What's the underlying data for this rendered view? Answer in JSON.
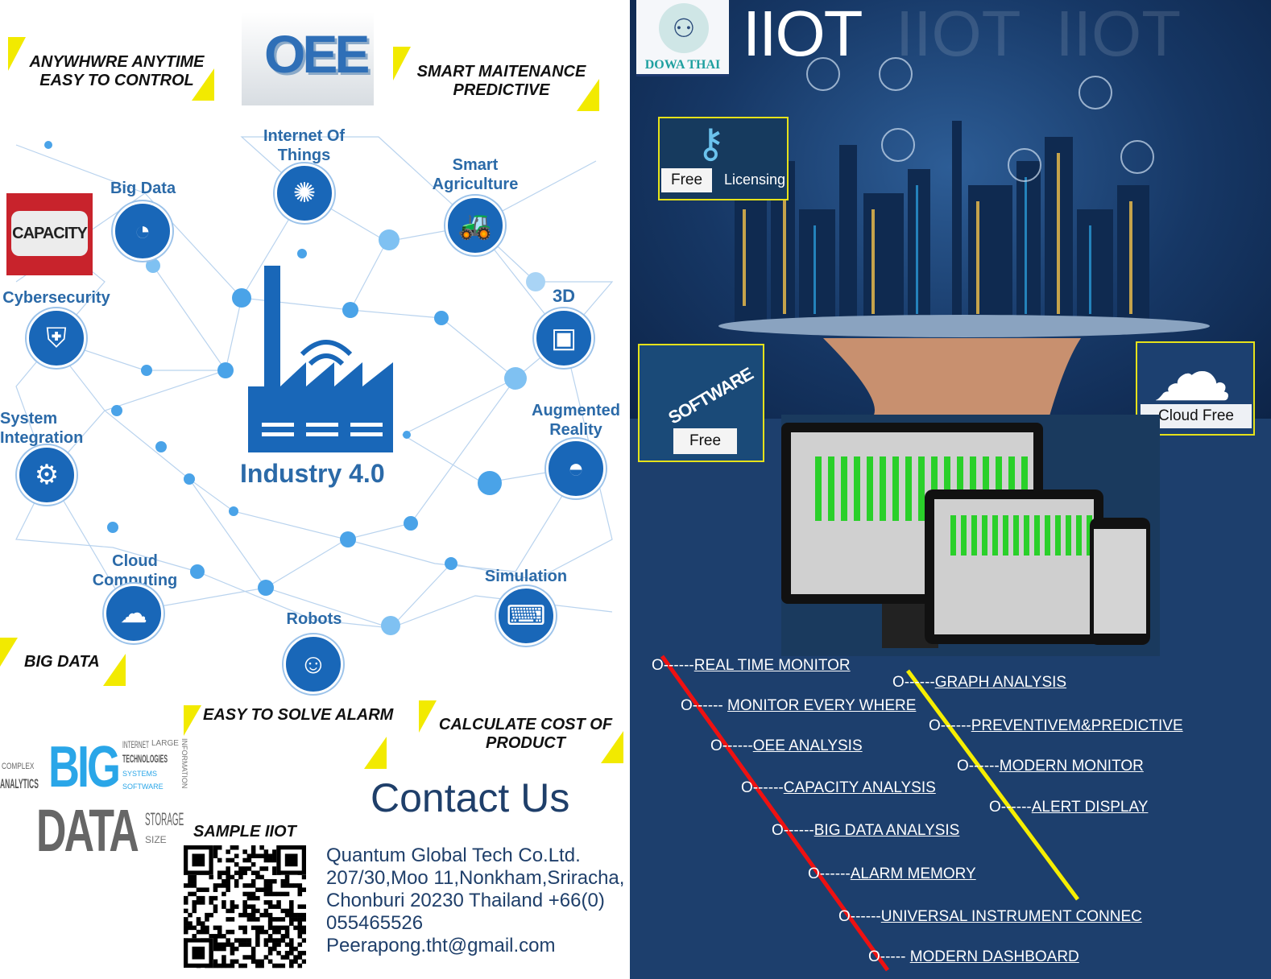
{
  "left": {
    "tag_anywhere": [
      "ANYWHWRE  ANYTIME",
      "EASY TO CONTROL"
    ],
    "oee_logo": "OEE",
    "tag_smart": [
      "SMART MAITENANCE",
      "PREDICTIVE"
    ],
    "capacity": "CAPACITY",
    "network": {
      "center": "Industry 4.0",
      "nodes": [
        {
          "label": "Internet Of Things",
          "icon": "network-icon"
        },
        {
          "label": "Big Data",
          "icon": "pie-chart-icon"
        },
        {
          "label": "Smart Agriculture",
          "icon": "tractor-icon"
        },
        {
          "label": "Cybersecurity",
          "icon": "shield-lock-icon"
        },
        {
          "label": "3D",
          "icon": "cube-icon"
        },
        {
          "label": "System Integration",
          "icon": "gears-icon"
        },
        {
          "label": "Augmented Reality",
          "icon": "vr-goggles-icon"
        },
        {
          "label": "Cloud Computing",
          "icon": "cloud-icon"
        },
        {
          "label": "Simulation",
          "icon": "monitor-gear-icon"
        },
        {
          "label": "Robots",
          "icon": "robot-icon"
        }
      ]
    },
    "tag_bigdata": "BIG DATA",
    "tag_alarm": "EASY  TO SOLVE ALARM",
    "tag_cost": [
      "CALCULATE COST OF",
      "PRODUCT"
    ],
    "wordcloud": {
      "big": "BIG",
      "data": "DATA",
      "words": [
        "ANALYTICS",
        "COMPLEX",
        "TECHNOLOGIES",
        "INTERNET",
        "STORAGE",
        "SOFTWARE",
        "SYSTEMS",
        "INFORMATION",
        "SIZE",
        "LARGE"
      ]
    },
    "sample": "SAMPLE IIOT",
    "contact": {
      "title": "Contact Us",
      "lines": [
        "Quantum Global Tech Co.Ltd.",
        "207/30,Moo 11,Nonkham,Sriracha,",
        "Chonburi 20230 Thailand +66(0)",
        "055465526",
        "Peerapong.tht@gmail.com"
      ]
    }
  },
  "right": {
    "logo": "DOWA THAI",
    "title": "IIOT",
    "title_ghost": "IIOT  IIOT",
    "licensing": {
      "free": "Free",
      "label": "Licensing"
    },
    "software": {
      "label": "SOFTWARE",
      "free": "Free"
    },
    "cloud": "Cloud Free",
    "features": [
      {
        "prefix": "O------",
        "label": "REAL TIME MONITOR"
      },
      {
        "prefix": "O------",
        "label": "GRAPH ANALYSIS"
      },
      {
        "prefix": "O------ ",
        "label": "MONITOR EVERY WHERE"
      },
      {
        "prefix": "O------",
        "label": "PREVENTIVEM&PREDICTIVE"
      },
      {
        "prefix": "O------",
        "label": "OEE ANALYSIS"
      },
      {
        "prefix": "O------",
        "label": "MODERN MONITOR"
      },
      {
        "prefix": "O------",
        "label": "CAPACITY ANALYSIS"
      },
      {
        "prefix": "O------",
        "label": "ALERT DISPLAY"
      },
      {
        "prefix": "O------",
        "label": "BIG DATA ANALYSIS"
      },
      {
        "prefix": "O------",
        "label": "ALARM MEMORY"
      },
      {
        "prefix": "O------",
        "label": "UNIVERSAL INSTRUMENT CONNEC"
      },
      {
        "prefix": "O----- ",
        "label": "MODERN DASHBOARD"
      }
    ]
  },
  "colors": {
    "navy": "#1d3f6d",
    "yellow": "#f2ea00",
    "blue": "#1967b8",
    "red": "#e81010"
  }
}
